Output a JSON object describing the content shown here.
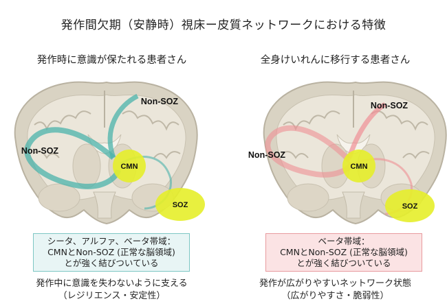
{
  "title": "発作間欠期（安静時）視床ー皮質ネットワークにおける特徴",
  "panels": [
    {
      "heading": "発作時に意識が保たれる患者さん",
      "labels": {
        "non_soz_top": "Non-SOZ",
        "non_soz_left": "Non-SOZ",
        "cmn": "CMN",
        "soz": "SOZ"
      },
      "box_lines": [
        "シータ、アルファ、ベータ帯域：",
        "CMNとNon-SOZ (正常な脳領域)",
        "とが強く結びついている"
      ],
      "footer_lines": [
        "発作中に意識を失わないように支える",
        "（レジリエンス・安定性）"
      ],
      "connection_color": "#4bb3ab"
    },
    {
      "heading": "全身けいれんに移行する患者さん",
      "labels": {
        "non_soz_top": "Non-SOZ",
        "non_soz_left": "Non-SOZ",
        "cmn": "CMN",
        "soz": "SOZ"
      },
      "box_lines": [
        "ベータ帯域：",
        "CMNとNon-SOZ (正常な脳領域)",
        "とが強く結びついている"
      ],
      "footer_lines": [
        "発作が広がりやすいネットワーク状態",
        "（広がりやすさ・脆弱性）"
      ],
      "connection_color": "#ef8f95"
    }
  ],
  "colors": {
    "highlight": "#e6ee2a",
    "gray_matter": "#d8d2c2",
    "white_matter": "#ece7dc"
  }
}
